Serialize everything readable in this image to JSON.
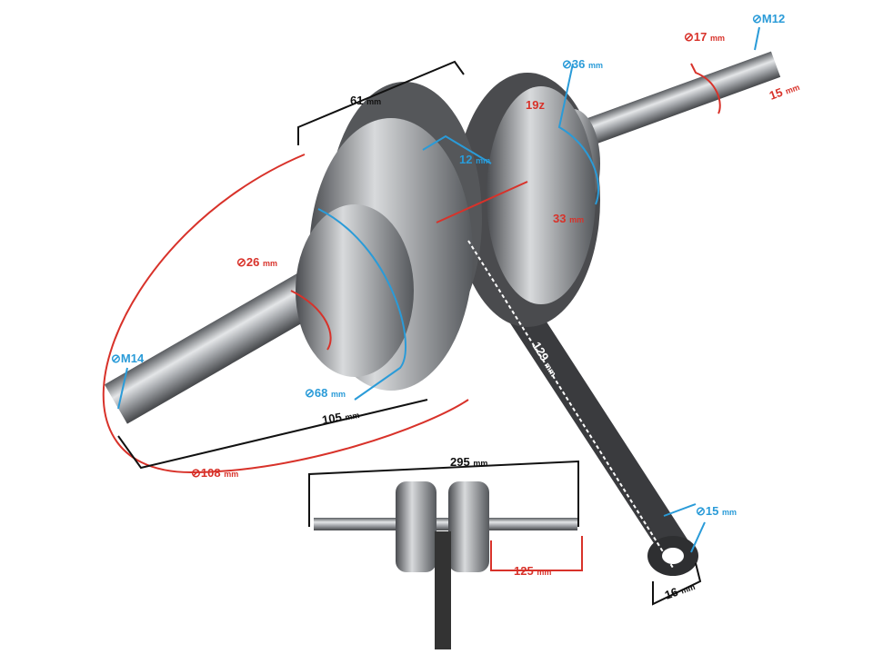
{
  "colors": {
    "red": "#d8322a",
    "blue": "#2a9bd8",
    "black": "#111111",
    "metal": "#9a9ea3",
    "dark": "#3a3b3e"
  },
  "icons": {
    "diameter": "diameter-symbol-icon"
  },
  "dimensions": {
    "web_width": "61",
    "crank_gap": "12",
    "gear_teeth": "19z",
    "gear_diameter": "36",
    "right_shaft_diameter": "17",
    "right_thread": "M12",
    "right_thread_length": "15",
    "pin_offset": "33",
    "left_shaft_diameter": "26",
    "left_thread": "M14",
    "bearing_diameter": "68",
    "left_shaft_length": "105",
    "web_diameter": "108",
    "rod_length": "129",
    "small_end_diameter": "15",
    "small_end_width": "16",
    "overall_length": "295",
    "right_shaft_length": "125"
  },
  "unit": "mm"
}
